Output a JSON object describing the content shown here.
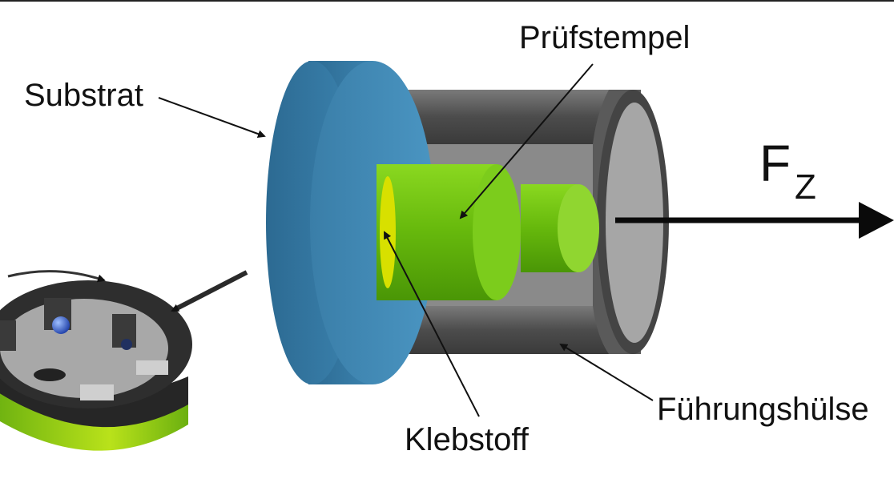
{
  "labels": {
    "substrate": "Substrat",
    "test_stamp": "Prüfstempel",
    "adhesive": "Klebstoff",
    "guide_sleeve": "Führungshülse",
    "force_main": "F",
    "force_sub": "Z"
  },
  "colors": {
    "substrate_face": "#3f86b0",
    "substrate_rim": "#2f6e96",
    "sleeve": "#5a5a5a",
    "sleeve_inner": "#9a9a9a",
    "stamp_green": "#6cc010",
    "stamp_light": "#8fd42a",
    "adhesive": "#d8e000",
    "arrow": "#111111",
    "fixture_dark": "#2a2a2a",
    "fixture_plate": "#b8b8b8",
    "fixture_base": "#8bc21c",
    "ball": "#3a66d8"
  }
}
